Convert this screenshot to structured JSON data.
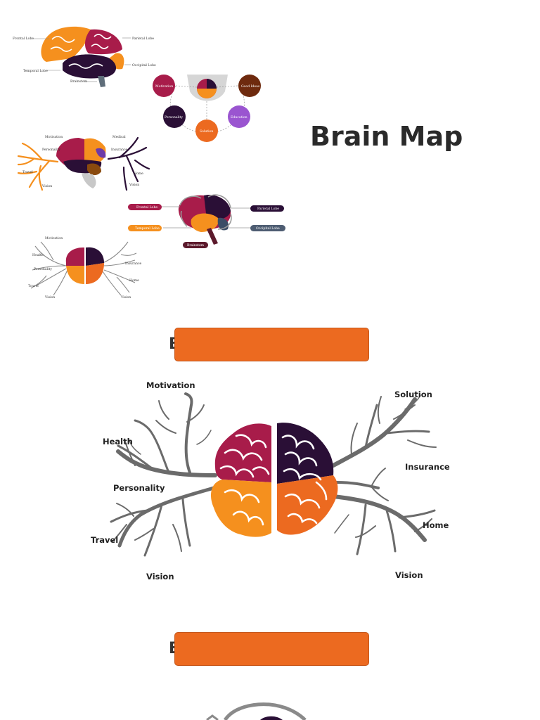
{
  "title": "Brain Map",
  "colors": {
    "accent_orange": "#ec6a20",
    "crimson": "#a81c4a",
    "plum": "#2a0f36",
    "amber": "#f5901e",
    "branch_gray": "#6b6b6b"
  },
  "thumb1": {
    "labels": [
      "Frontal Lobe",
      "Parietal Lobe",
      "Occipital Lobe",
      "Temporal Lobe",
      "Brainstem"
    ]
  },
  "thumb2": {
    "nodes": [
      "Motivation",
      "Good Ideas",
      "Personality",
      "Education",
      "Solution"
    ]
  },
  "thumb3": {
    "labels": [
      "Motivation",
      "Personality",
      "Travel",
      "Vision",
      "Medical",
      "Insurance",
      "Home",
      "Vision"
    ]
  },
  "thumb4": {
    "labels": [
      "Frontal Lobe",
      "Parietal Lobe",
      "Temporal Lobe",
      "Occipital Lobe",
      "Brainstem"
    ]
  },
  "thumb5": {
    "labels": [
      "Motivation",
      "Health",
      "Personality",
      "Travel",
      "Vision",
      "Insurance",
      "Home",
      "Vision"
    ]
  },
  "banner1": {
    "letter": "B"
  },
  "banner2": {
    "letter": "B"
  },
  "main_map": {
    "left_labels": [
      "Motivation",
      "Health",
      "Personality",
      "Travel",
      "Vision"
    ],
    "right_labels": [
      "Solution",
      "Insurance",
      "Home",
      "Vision"
    ]
  }
}
